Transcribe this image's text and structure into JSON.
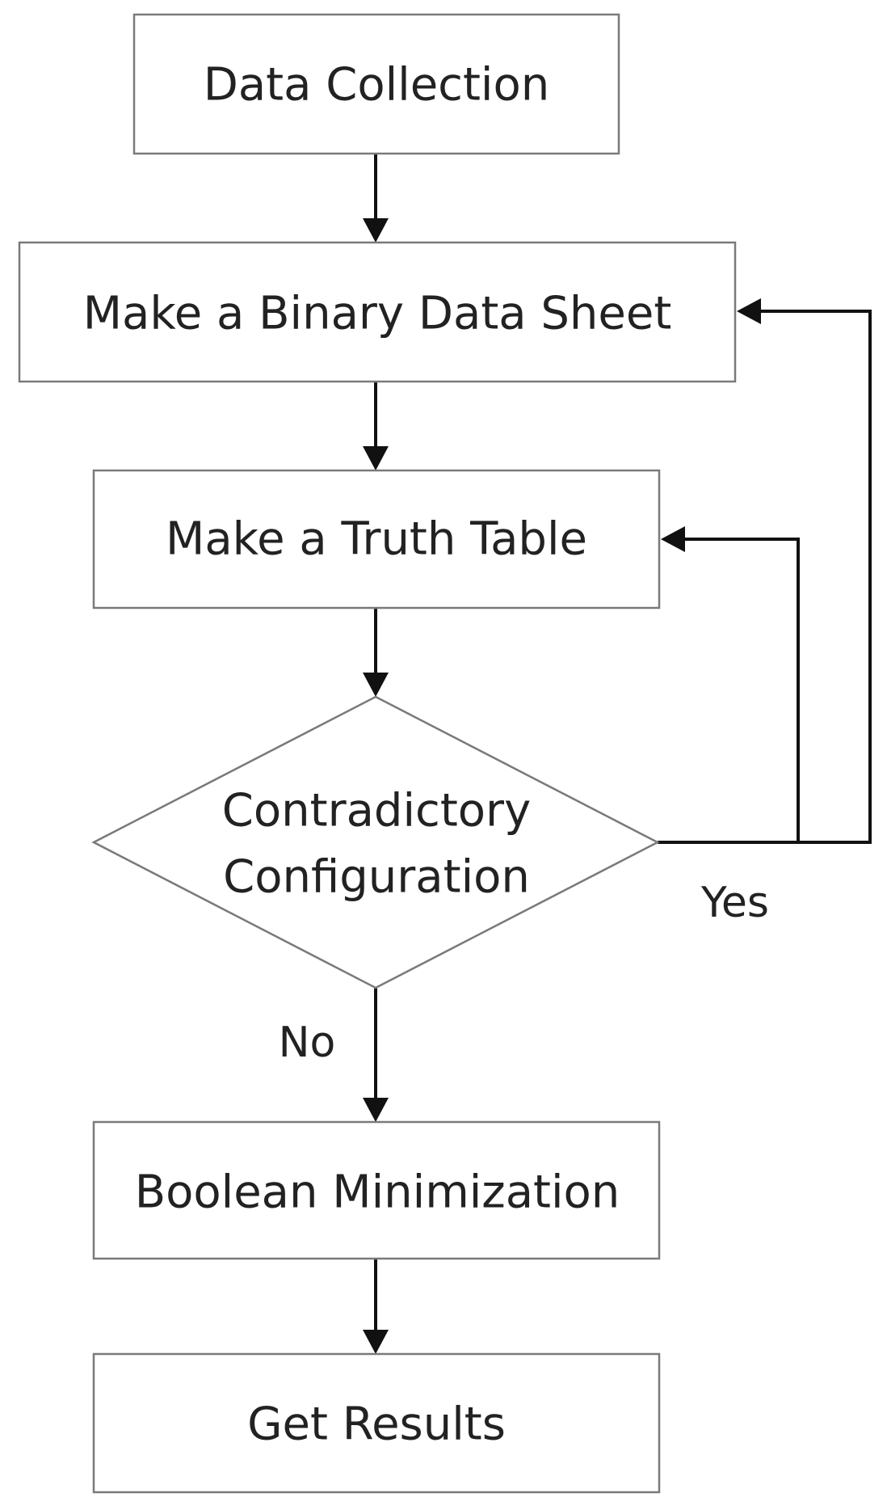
{
  "diagram": {
    "type": "flowchart",
    "nodes": [
      {
        "id": "data-collection",
        "shape": "process",
        "lines": [
          "Data Collection"
        ]
      },
      {
        "id": "binary-data-sheet",
        "shape": "process",
        "lines": [
          "Make a Binary Data Sheet"
        ]
      },
      {
        "id": "truth-table",
        "shape": "process",
        "lines": [
          "Make a Truth Table"
        ]
      },
      {
        "id": "contradictory-configuration",
        "shape": "decision",
        "lines": [
          "Contradictory",
          "Configuration"
        ]
      },
      {
        "id": "boolean-minimization",
        "shape": "process",
        "lines": [
          "Boolean Minimization"
        ]
      },
      {
        "id": "get-results",
        "shape": "process",
        "lines": [
          "Get Results"
        ]
      }
    ],
    "edges": [
      {
        "from": "data-collection",
        "to": "binary-data-sheet",
        "label": ""
      },
      {
        "from": "binary-data-sheet",
        "to": "truth-table",
        "label": ""
      },
      {
        "from": "truth-table",
        "to": "contradictory-configuration",
        "label": ""
      },
      {
        "from": "contradictory-configuration",
        "to": "truth-table",
        "label": ""
      },
      {
        "from": "contradictory-configuration",
        "to": "binary-data-sheet",
        "label": ""
      },
      {
        "from": "contradictory-configuration",
        "to": "boolean-minimization",
        "label": "No"
      },
      {
        "from": "boolean-minimization",
        "to": "get-results",
        "label": ""
      }
    ],
    "labels": {
      "yes": "Yes",
      "no": "No"
    },
    "colors": {
      "box_border": "#7a7a7a",
      "arrow": "#111111",
      "text": "#222222",
      "background": "#ffffff"
    }
  }
}
